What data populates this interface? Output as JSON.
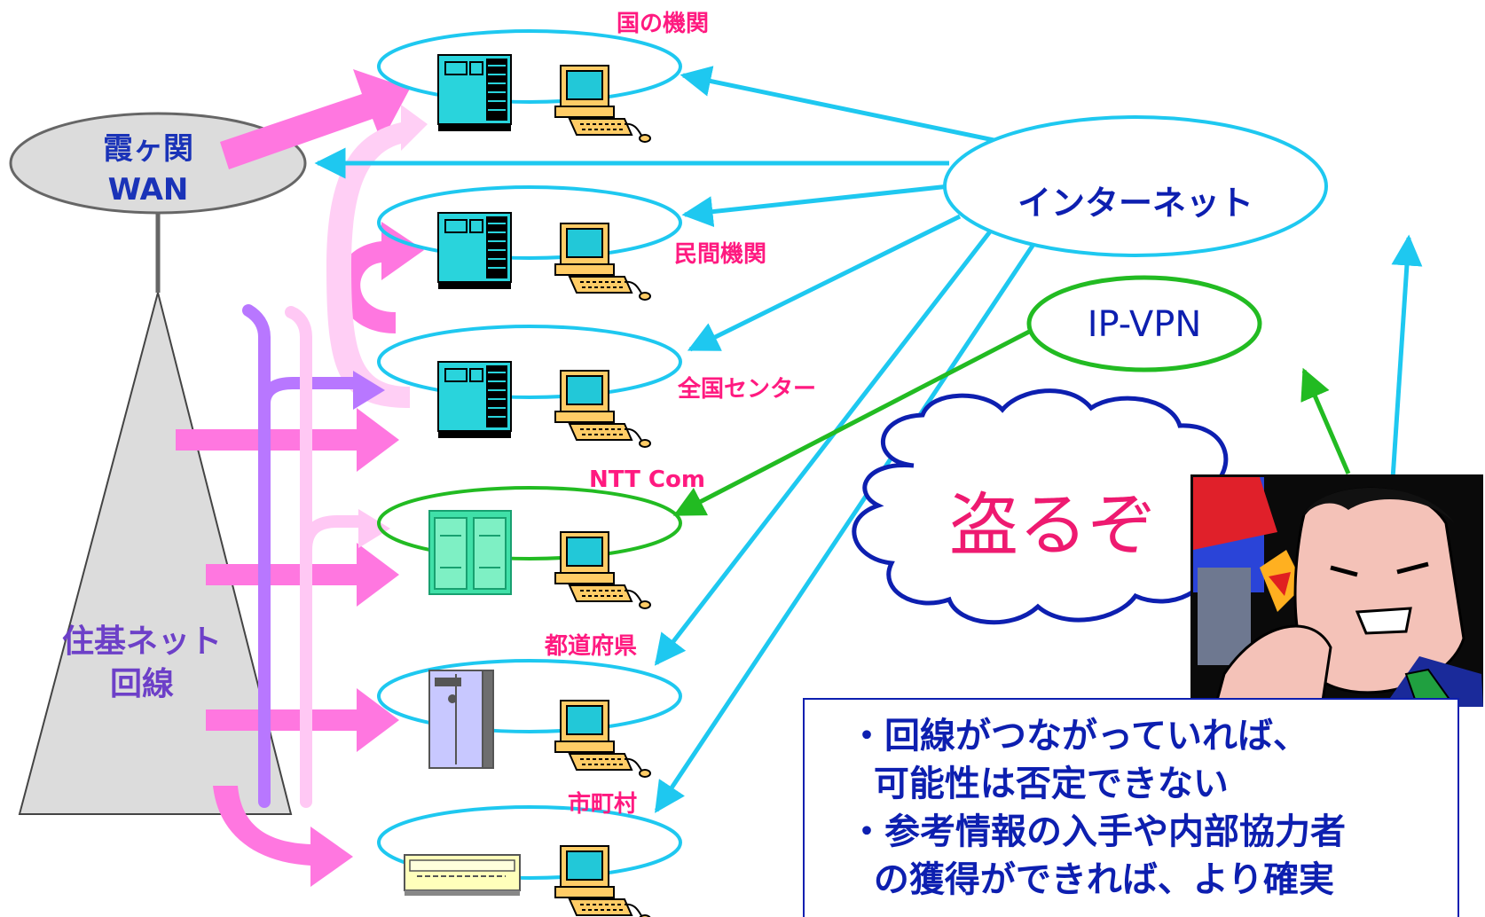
{
  "diagram": {
    "hubs": {
      "kasumigaseki_wan": [
        "霞ヶ関",
        "WAN"
      ],
      "internet": "インターネット",
      "ip_vpn": "IP-VPN",
      "juki_net": [
        "住基ネット",
        "回線"
      ]
    },
    "networks": [
      {
        "label": "国の機関",
        "server": "government-server-icon"
      },
      {
        "label": "民間機関",
        "server": "private-server-icon"
      },
      {
        "label": "全国センター",
        "server": "center-server-icon"
      },
      {
        "label": "NTT Com",
        "server": "ntt-server-icon"
      },
      {
        "label": "都道府県",
        "server": "prefecture-server-icon"
      },
      {
        "label": "市町村",
        "server": "municipal-server-icon"
      }
    ],
    "attacker": {
      "speech": "盗るぞ",
      "icon": "angry-hacker-icon"
    },
    "note_lines": [
      "・回線がつながっていれば、",
      "  可能性は否定できない",
      "・参考情報の入手や内部協力者",
      "  の獲得ができれば、より確実"
    ],
    "colors": {
      "pink_arrow": "#ff77e0",
      "light_pink_arrow": "#ffc8f4",
      "purple_arrow": "#b877ff",
      "cyan_line": "#1ec8f0",
      "green_line": "#22bb22",
      "label_pink": "#ff1a80",
      "text_blue": "#0d1fb0"
    }
  }
}
